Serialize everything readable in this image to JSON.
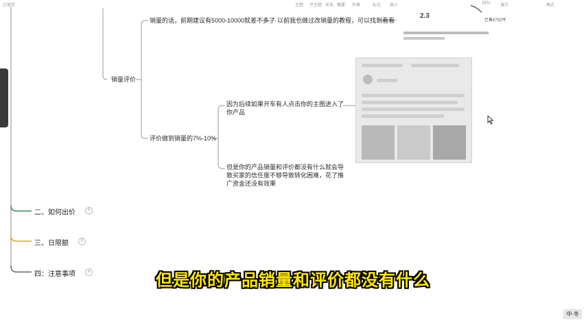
{
  "app": {
    "top_left_label": "已保存"
  },
  "toolbar": {
    "items": [
      "主题",
      "子主题",
      "关系",
      "概要",
      "外框",
      "标注",
      "插入"
    ],
    "right_items": [
      "ZEN",
      "演示",
      "格式"
    ]
  },
  "mindmap": {
    "sales_eval": {
      "label": "销量评价",
      "child_sales": "销量的话，前期建议有5000-10000就差不多了",
      "child_sales_note": "以前我也做过改销量的教程，可以找到看看",
      "child_reviews": "评价做到销量的7%-10%",
      "reason_1": "因为后续如果开车有人点击你的主图进入了你产品",
      "reason_2": "但是你的产品销量和评价都没有什么就会导致买家的信任度不够导致转化困难，花了推广资金还没有效果"
    },
    "sections": [
      {
        "label": "二、如何出价",
        "color": "#2e8b57",
        "badge": "0"
      },
      {
        "label": "三、日限额",
        "color": "#d4b000",
        "badge": "0"
      },
      {
        "label": "四：注意事项",
        "color": "#666666",
        "badge": "4"
      }
    ]
  },
  "snippet": {
    "value": "2.3",
    "line1": "已售8792件"
  },
  "subtitle": {
    "text": "但是你的产品销量和评价都没有什么"
  },
  "corner_logo": {
    "text": "中·冬"
  }
}
